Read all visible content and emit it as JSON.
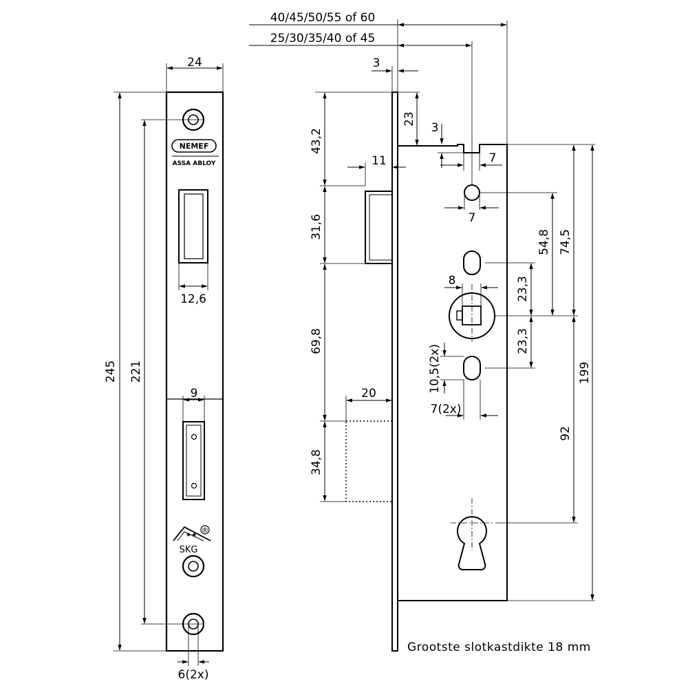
{
  "brand": {
    "logo": "NEMEF",
    "group": "ASSA ABLOY",
    "cert": "SKG",
    "cert_mark": "®"
  },
  "faceplate_view": {
    "dims": {
      "width": "24",
      "total_length": "245",
      "hole_spacing": "221",
      "latch_width": "12,6",
      "bolt_width": "9",
      "screw_holes": "6(2x)"
    }
  },
  "side_view": {
    "dims": {
      "backset_a": "40/45/50/55 of 60",
      "backset_b": "25/30/35/40 of 45",
      "forend_thickness": "3",
      "top_offset": "23",
      "notch_depth": "3",
      "notch_width": "7",
      "latch_from_top": "43,2",
      "latch_projection": "11",
      "latch_height": "31,6",
      "latch_to_bolt": "69,8",
      "bolt_throw": "20",
      "bolt_height": "34,8",
      "top_hole_width": "7",
      "top_hole_to_follower": "54,8",
      "case_top_to_follower": "74,5",
      "follower_square": "8",
      "slot_upper": "23,3",
      "slot_lower": "23,3",
      "slot_height": "10,5(2x)",
      "slot_width": "7(2x)",
      "follower_to_cylinder": "92",
      "case_height": "199"
    },
    "note": "Grootste slotkastdikte 18 mm"
  }
}
